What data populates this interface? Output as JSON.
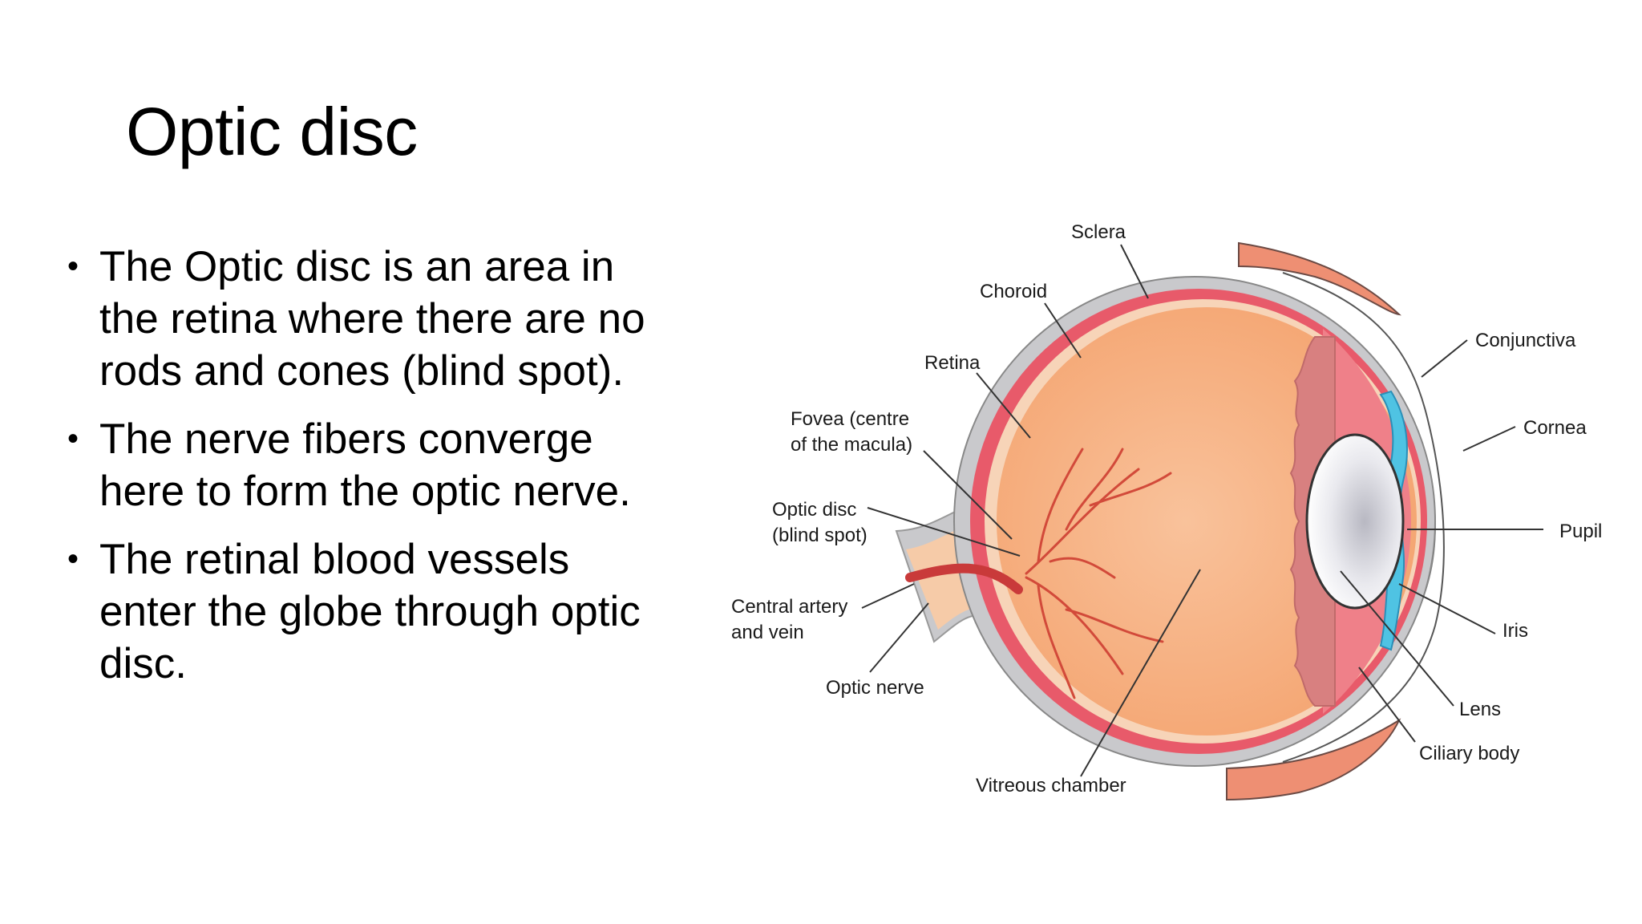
{
  "slide": {
    "title": "Optic disc",
    "bullets": [
      "The Optic disc is an area in the retina where there are no rods and cones (blind spot).",
      "The nerve fibers converge here to form the optic nerve.",
      "The retinal blood vessels enter the globe through optic disc."
    ]
  },
  "diagram": {
    "labels": {
      "sclera": "Sclera",
      "choroid": "Choroid",
      "retina": "Retina",
      "fovea_1": "Fovea (centre",
      "fovea_2": "of the macula)",
      "optic_disc_1": "Optic disc",
      "optic_disc_2": "(blind spot)",
      "central_artery_1": "Central artery",
      "central_artery_2": "and vein",
      "optic_nerve": "Optic nerve",
      "vitreous": "Vitreous chamber",
      "conjunctiva": "Conjunctiva",
      "cornea": "Cornea",
      "pupil": "Pupil",
      "iris": "Iris",
      "lens": "Lens",
      "ciliary": "Ciliary body"
    },
    "colors": {
      "sclera": "#c9c9cc",
      "choroid": "#e85a6a",
      "retina": "#f7c2a0",
      "vitreous": "#f6b084",
      "vessel": "#c93a3a",
      "iris_blue": "#4fc3e3",
      "lens": "#e6e6ea"
    }
  }
}
